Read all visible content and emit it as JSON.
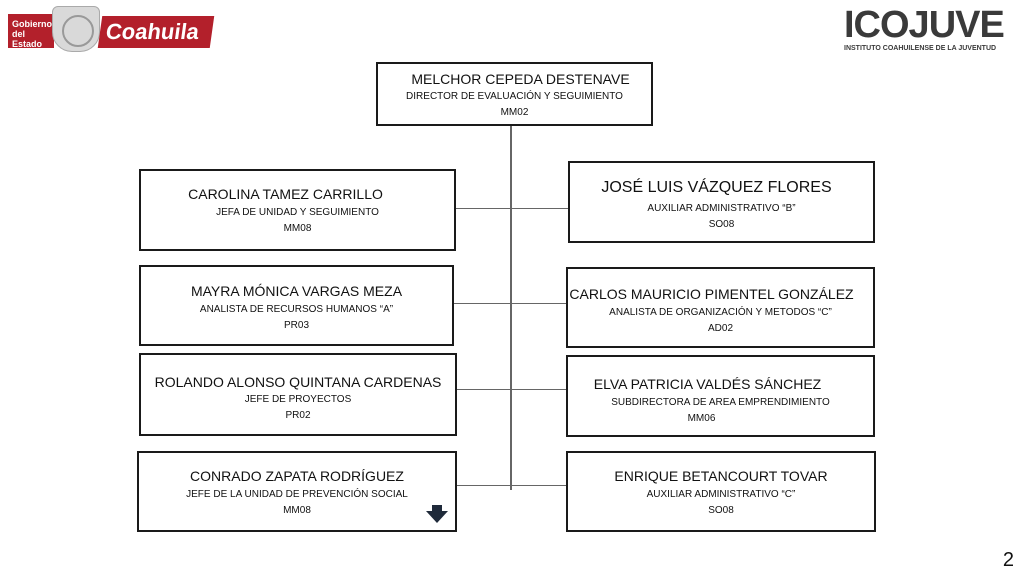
{
  "logos": {
    "left_gobierno": "Gobierno del Estado",
    "left_coahuila": "Coahuila",
    "right_icojuve": "ICOJUVE",
    "right_sub": "INSTITUTO COAHUILENSE DE LA JUVENTUD"
  },
  "director": {
    "name": "MELCHOR CEPEDA DESTENAVE",
    "position": "DIRECTOR DE EVALUACIÓN Y SEGUIMIENTO",
    "code": "MM02"
  },
  "left": [
    {
      "name": "CAROLINA TAMEZ CARRILLO",
      "position": "JEFA DE UNIDAD  Y SEGUIMIENTO",
      "code": "MM08"
    },
    {
      "name": "MAYRA MÓNICA VARGAS MEZA",
      "position": "ANALISTA DE RECURSOS HUMANOS “A”",
      "code": "PR03"
    },
    {
      "name": "ROLANDO ALONSO QUINTANA CARDENAS",
      "position": "JEFE DE PROYECTOS",
      "code": "PR02"
    },
    {
      "name": "CONRADO ZAPATA RODRÍGUEZ",
      "position": "JEFE DE LA UNIDAD DE PREVENCIÓN SOCIAL",
      "code": "MM08"
    }
  ],
  "right": [
    {
      "name": "JOSÉ LUIS VÁZQUEZ FLORES",
      "position": "AUXILIAR ADMINISTRATIVO “B”",
      "code": "SO08"
    },
    {
      "name": "CARLOS MAURICIO PIMENTEL GONZÁLEZ",
      "position": "ANALISTA DE ORGANIZACIÓN Y METODOS “C”",
      "code": "AD02"
    },
    {
      "name": "ELVA PATRICIA VALDÉS SÁNCHEZ",
      "position": "SUBDIRECTORA DE AREA  EMPRENDIMIENTO",
      "code": "MM06"
    },
    {
      "name": "ENRIQUE BETANCOURT TOVAR",
      "position": "AUXILIAR ADMINISTRATIVO “C”",
      "code": "SO08"
    }
  ],
  "page_number": "2"
}
